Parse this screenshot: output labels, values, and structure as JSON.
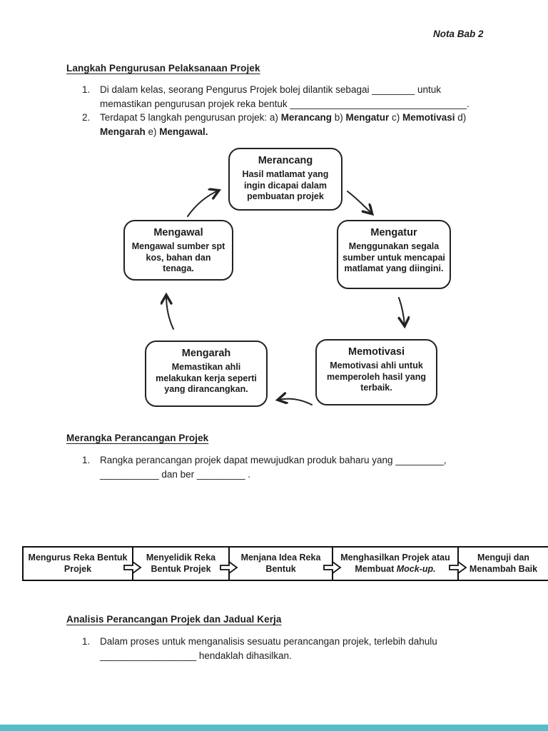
{
  "page": {
    "note_label": "Nota Bab 2"
  },
  "section_langkah": {
    "heading": "Langkah Pengurusan Pelaksanaan Projek",
    "item1_num": "1.",
    "item1_line1": "Di dalam kelas, seorang Pengurus Projek bolej dilantik sebagai ________ untuk",
    "item1_line2": "memastikan pengurusan projek reka bentuk _________________________________.",
    "item2_num": "2.",
    "item2_prefix": "Terdapat 5 langkah pengurusan projek: a) ",
    "item2_b1": "Merancang",
    "item2_s1": " b) ",
    "item2_b2": "Mengatur",
    "item2_s2": " c) ",
    "item2_b3": "Memotivasi",
    "item2_s3": " d)",
    "item2_b4": "Mengarah",
    "item2_s4": " e) ",
    "item2_b5": "Mengawal."
  },
  "cycle_diagram": {
    "merancang": {
      "title": "Merancang",
      "body": "Hasil matlamat yang ingin dicapai dalam pembuatan projek"
    },
    "mengatur": {
      "title": "Mengatur",
      "body": "Menggunakan segala sumber untuk mencapai matlamat yang diingini."
    },
    "memotivasi": {
      "title": "Memotivasi",
      "body": "Memotivasi ahli untuk memperoleh hasil yang terbaik."
    },
    "mengarah": {
      "title": "Mengarah",
      "body": "Memastikan ahli melakukan kerja seperti yang dirancangkan."
    },
    "mengawal": {
      "title": "Mengawal",
      "body": "Mengawal sumber spt kos, bahan dan tenaga."
    }
  },
  "section_merangka": {
    "heading": "Merangka Perancangan Projek",
    "item1_num": "1.",
    "item1_line1": "Rangka perancangan projek dapat mewujudkan produk baharu yang _________,",
    "item1_line2": "___________ dan ber _________ ."
  },
  "process_flow": {
    "steps": [
      {
        "line1": "Mengurus Reka Bentuk",
        "line2": "Projek"
      },
      {
        "line1": "Menyelidik Reka",
        "line2": "Bentuk Projek"
      },
      {
        "line1": "Menjana Idea Reka",
        "line2": "Bentuk"
      },
      {
        "line1": "Menghasilkan Projek atau",
        "line2_prefix": "Membuat ",
        "line2_italic": "Mock-up."
      },
      {
        "line1": "Menguji dan",
        "line2": "Menambah Baik"
      }
    ]
  },
  "section_analisis": {
    "heading": "Analisis Perancangan Projek dan Jadual Kerja",
    "item1_num": "1.",
    "item1_line1": "Dalam proses untuk menganalisis sesuatu perancangan projek, terlebih dahulu",
    "item1_line2": "__________________ hendaklah dihasilkan."
  },
  "colors": {
    "bottom_bar": "#53bfcc",
    "ink": "#1c1c1c"
  }
}
